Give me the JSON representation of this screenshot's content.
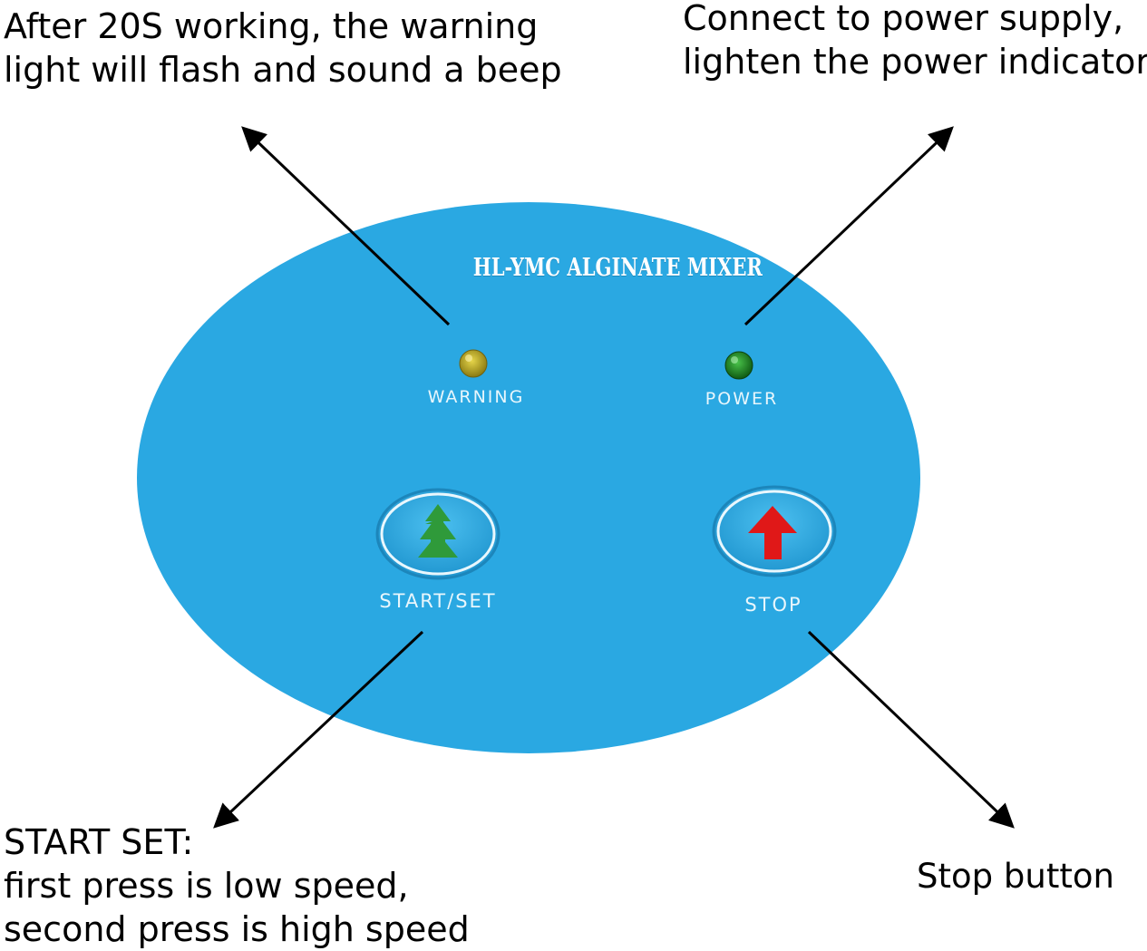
{
  "annotations": {
    "warning_note": [
      "After 20S working, the warning",
      "light will flash and sound a beep"
    ],
    "power_note": [
      "Connect to power supply,",
      "lighten the power indicator"
    ],
    "start_note": [
      "START SET:",
      "first press is low speed,",
      "second press is high speed"
    ],
    "stop_note": "Stop button"
  },
  "panel": {
    "title": "HL-YMC  ALGINATE MIXER",
    "warning_label": "WARNING",
    "power_label": "POWER",
    "start_label": "START/SET",
    "stop_label": "STOP"
  },
  "colors": {
    "panel_fill": "#2aa8e2",
    "warning_light": "#b8a21a",
    "power_light": "#1f8a1f",
    "start_icon": "#2f9a3a",
    "stop_icon": "#e01818",
    "arrow": "#000000"
  },
  "icons": {
    "start_icon": "tree-arrows-icon",
    "stop_icon": "red-up-arrow-icon"
  }
}
